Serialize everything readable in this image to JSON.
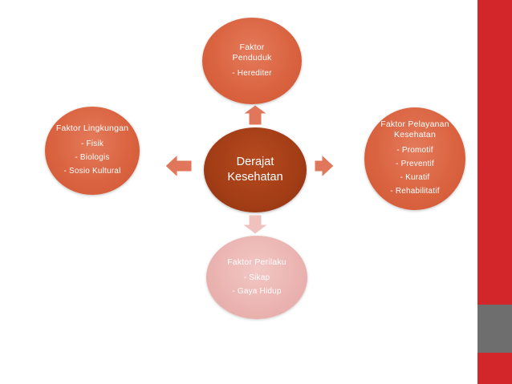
{
  "colors": {
    "center": "#a23d16",
    "outer": "#d9623f",
    "outer_light": "#eab3b0",
    "arrow": "#e0765a",
    "arrow_light": "#f0c2be",
    "sidebar_red": "#d3262b",
    "sidebar_gray": "#6e6e6e"
  },
  "diagram": {
    "center": {
      "line1": "Derajat",
      "line2": "Kesehatan"
    },
    "top": {
      "title_line1": "Faktor",
      "title_line2": "Penduduk",
      "items": [
        "- Herediter"
      ]
    },
    "left": {
      "title": "Faktor Lingkungan",
      "items": [
        "- Fisik",
        "- Biologis",
        "- Sosio Kultural"
      ]
    },
    "right": {
      "title_line1": "Faktor Pelayanan",
      "title_line2": "Kesehatan",
      "items": [
        "- Promotif",
        "- Preventif",
        "- Kuratif",
        "- Rehabilitatif"
      ]
    },
    "bottom": {
      "title": "Faktor Perilaku",
      "items": [
        "- Sikap",
        "- Gaya Hidup"
      ]
    }
  }
}
